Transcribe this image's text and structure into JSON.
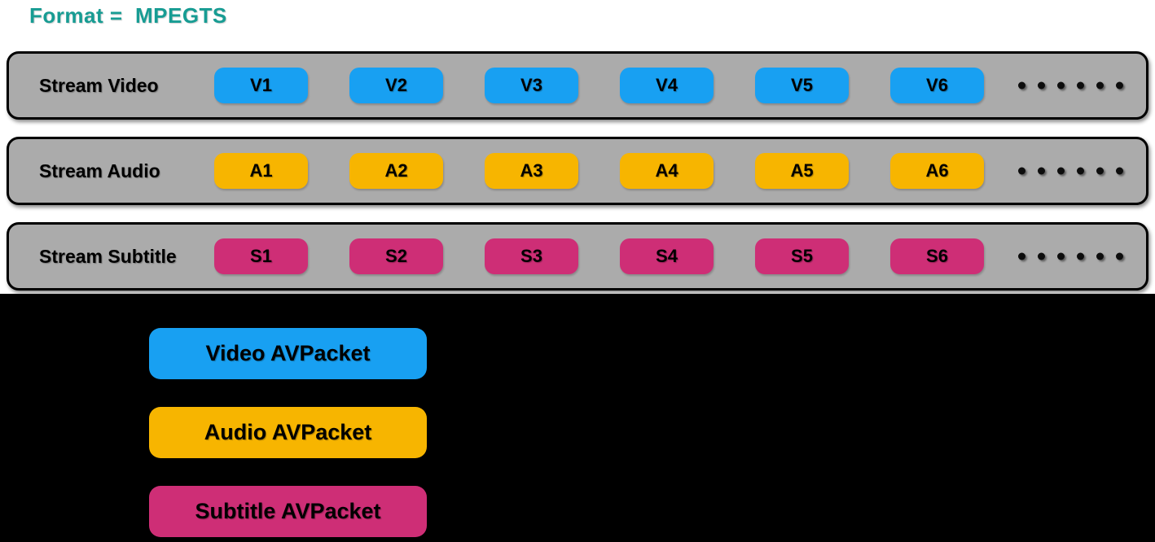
{
  "title": {
    "text": "Format =  MPEGTS",
    "color": "#179c93"
  },
  "colors": {
    "video": "#18a0f2",
    "audio": "#f7b500",
    "subtitle": "#ce2e76",
    "row_bg": "#ababab",
    "row_border": "#000000",
    "footer_bg": "#000000"
  },
  "streams": [
    {
      "id": "video",
      "label": "Stream Video",
      "color_key": "video",
      "packets": [
        "V1",
        "V2",
        "V3",
        "V4",
        "V5",
        "V6"
      ],
      "trailing_dots": 6
    },
    {
      "id": "audio",
      "label": "Stream Audio",
      "color_key": "audio",
      "packets": [
        "A1",
        "A2",
        "A3",
        "A4",
        "A5",
        "A6"
      ],
      "trailing_dots": 6
    },
    {
      "id": "subtitle",
      "label": "Stream Subtitle",
      "color_key": "subtitle",
      "packets": [
        "S1",
        "S2",
        "S3",
        "S4",
        "S5",
        "S6"
      ],
      "trailing_dots": 6
    }
  ],
  "legend": [
    {
      "id": "video",
      "label": "Video AVPacket",
      "color_key": "video"
    },
    {
      "id": "audio",
      "label": "Audio AVPacket",
      "color_key": "audio"
    },
    {
      "id": "subtitle",
      "label": "Subtitle AVPacket",
      "color_key": "subtitle"
    }
  ]
}
